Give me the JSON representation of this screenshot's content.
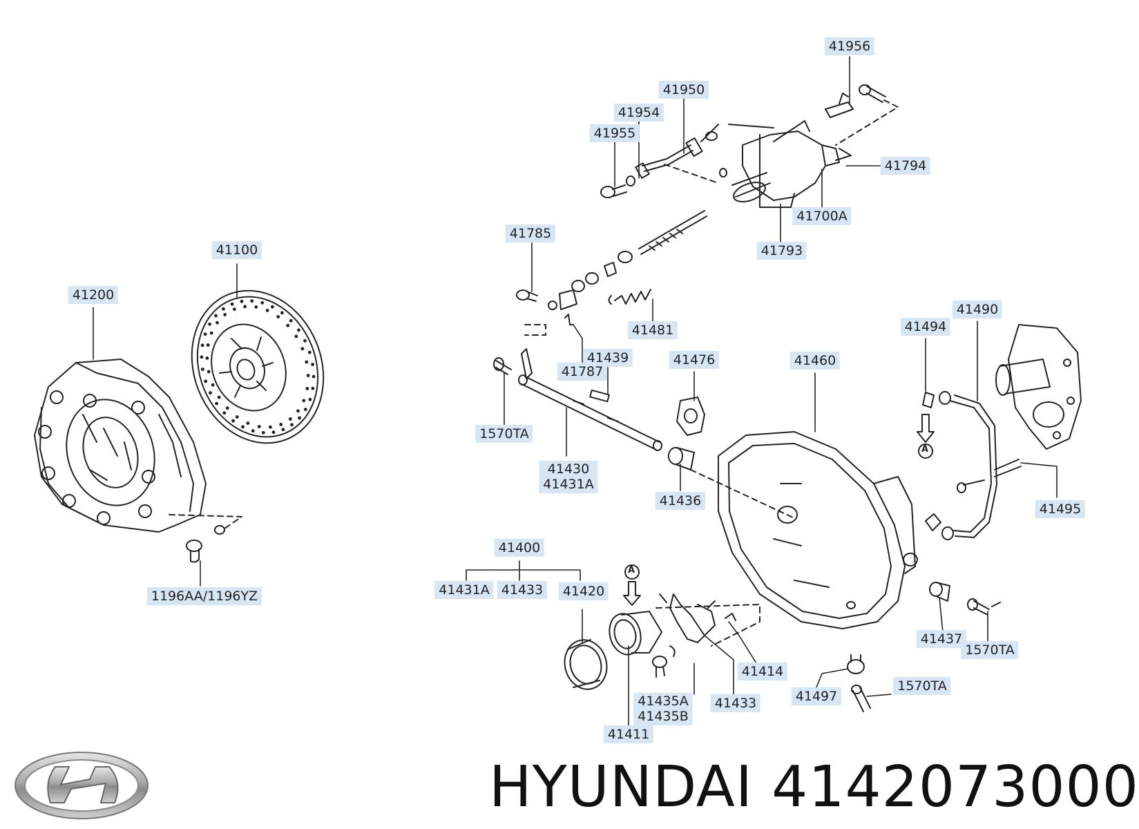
{
  "brand": {
    "name": "HYUNDAI",
    "part_number": "4142073000",
    "logo_icon": "hyundai-logo-icon"
  },
  "labels": {
    "l41956": "41956",
    "l41950": "41950",
    "l41954": "41954",
    "l41955": "41955",
    "l41794": "41794",
    "l41700A": "41700A",
    "l41793": "41793",
    "l41785": "41785",
    "l41100": "41100",
    "l41200": "41200",
    "l41481": "41481",
    "l41439": "41439",
    "l41787": "41787",
    "l41476": "41476",
    "l41460": "41460",
    "l41494": "41494",
    "l41490": "41490",
    "l1570TA_a": "1570TA",
    "l41430": "41430",
    "l41431A_a": "41431A",
    "l41436": "41436",
    "l41495": "41495",
    "l1196": "1196AA/1196YZ",
    "l41400": "41400",
    "l41431A_b": "41431A",
    "l41433_a": "41433",
    "l41420": "41420",
    "l41414": "41414",
    "l41437": "41437",
    "l1570TA_b": "1570TA",
    "l41435A": "41435A",
    "l41435B": "41435B",
    "l41433_b": "41433",
    "l41497": "41497",
    "l1570TA_c": "1570TA",
    "l41411": "41411"
  },
  "markers": {
    "a1": "A",
    "a2": "A"
  },
  "colors": {
    "label_bg": "#d6e6f5",
    "line": "#222222"
  }
}
